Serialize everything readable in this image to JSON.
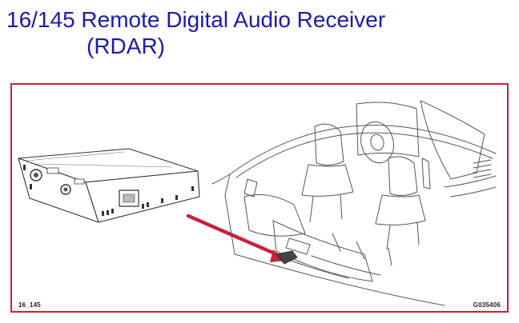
{
  "header": {
    "title_line1": "16/145 Remote Digital Audio Receiver",
    "title_line2": "(RDAR)"
  },
  "figure": {
    "ref_left": "16_145",
    "ref_right": "G035406"
  },
  "colors": {
    "title": "#1a1ab0",
    "frame_border": "#c8223a",
    "arrow": "#c8223a",
    "line_art": "#555555"
  },
  "icons": {
    "component": "audio-receiver-module-icon",
    "vehicle": "vehicle-interior-cutaway-icon",
    "pointer": "red-arrow-icon"
  }
}
